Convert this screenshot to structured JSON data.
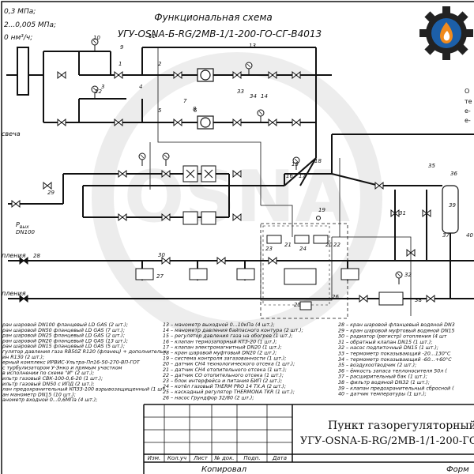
{
  "header": {
    "title": "Функциональная схема",
    "subtitle": "УГУ-OSNA-Б-RG/2MB-1/1-200-ГО-СГ-B4013",
    "params": [
      "0,3 МПа;",
      "2...0,005 МПа;",
      "0 нм³/ч;"
    ]
  },
  "side_labels": {
    "candle": "свеча",
    "outlet_pressure": "Р",
    "outlet_pressure_sub": "вых",
    "outlet_dn": "DN100",
    "heating1": "пления",
    "heating2": "пления",
    "right_frag": [
      "O",
      "те",
      "e-",
      "e-"
    ]
  },
  "callouts": [
    "1",
    "2",
    "3",
    "4",
    "5",
    "6",
    "7",
    "8",
    "9",
    "10",
    "11",
    "12",
    "13",
    "14",
    "15",
    "16",
    "17",
    "18",
    "19",
    "20",
    "21",
    "22",
    "23",
    "24",
    "25",
    "26",
    "27",
    "28",
    "29",
    "30",
    "31",
    "32",
    "33",
    "34",
    "35",
    "36",
    "37",
    "38",
    "39",
    "40"
  ],
  "legend": {
    "col1": [
      "ран шаровой DN100 фланцевый LD GAS (2 шт.);",
      "ран шаровой DN50 фланцевый LD GAS (7 шт.);",
      "ран шаровой DN25 фланцевый LD GAS (2 шт.);",
      "ран шаровой DN20 фланцевый LD GAS (13 шт.);",
      "ран шаровой DN15 фланцевый LD GAS (5 шт.);",
      "гулятор давления газа RB50Z R120 (фланец) + дополнительн",
      "ин R130 (2 шт.);",
      "ерный комплекс ИРВИС-Ультра-Пп16-50-270-ВП-ГОТ",
      "с турбулизатором У-Энко и прямым участком",
      "в исполнении по схеме \"И\" (2 шт.);",
      "ильтр газовый СВК-100-0,6-20 (1 шт.);",
      "ильтр газовый DN50 с ИПД (2 шт.);",
      "лан предохранительный КПЗ3-100 взрывозащищенный (1 шт.",
      "ан манометр DN15 (10 шт.);",
      "анометр входной 0...0,6МПа (4 шт.);"
    ],
    "col2": [
      "13 – манометр выходной 0...10кПа (4 шт.);",
      "14 – манометр давления байпасного контура (2 шт.);",
      "15 – регулятор давления газа на обогрев (1 шт.);",
      "16 – клапан термозапорный КТЗ-20 (1 шт.);",
      "17 – клапан электромагнитный DN20 (1 шт.);",
      "18 – кран шаровой муфтовый DN20 (2 шт.);",
      "19 – система контроля загазованности (1 шт.);",
      "20 – датчик CH4 технологического отсека (1 шт.);",
      "21 – датчик CH4 отопительного отсека (1 шт.);",
      "22 – датчик CO отопительного отсека (1 шт.);",
      "23 – блок интерфейса и питания БИП (2 шт.);",
      "24 – котёл газовый THERM PRO 14 TX.A (2 шт.);",
      "25 – каскадный регулятор THERMONA TKR (1 шт.);",
      "26 – насос Грундфор 32/80 (2 шт.);"
    ],
    "col3": [
      "28 – кран шаровой фланцевый водяной DN3",
      "29 – кран шаровой муфтовый водяной DN15",
      "30 – радиатор (регистр) отопления (4 шт",
      "31 – обратный клапан DN15 (1 шт.);",
      "32 – насос подпиточный DN15 (1 шт.);",
      "33 – термометр показывающий -20...130°С",
      "34 – термометр показывающий -60...+60°С",
      "35 – воздухоотводчик (2 шт.);",
      "36 – ёмкость запаса теплоносителя 50л (",
      "37 – расширительный бак (1 шт.);",
      "38 – фильтр водяной DN32 (1 шт.);",
      "39 – клапан предохранительный сбросной (",
      "40 – датчик температуры (1 шт.);"
    ]
  },
  "title_block": {
    "name_line1": "Пункт газорегуляторный бло",
    "name_line2": "УГУ-OSNA-Б-RG/2MB-1/1-200-ГО",
    "cols": [
      "Изм.",
      "Кол.уч",
      "Лист",
      "№ док.",
      "Подп.",
      "Дата"
    ],
    "copied": "Копировал",
    "format": "Форм"
  },
  "watermark": "OSNA"
}
